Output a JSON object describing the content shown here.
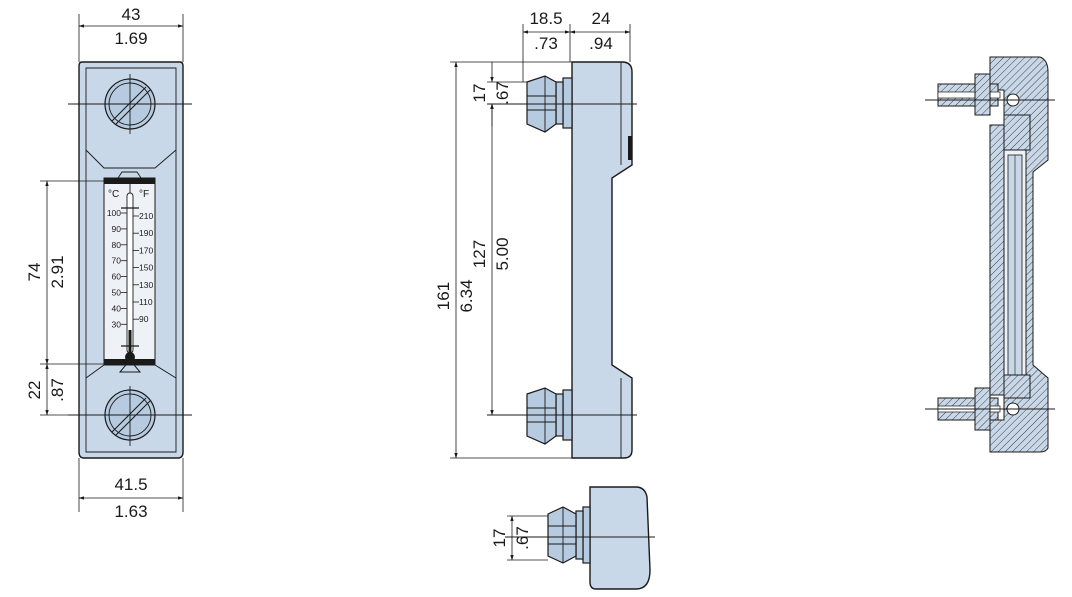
{
  "colors": {
    "body_fill": "#c9d8e8",
    "body_fill_dark": "#b7cbe0",
    "line": "#1a1a1a",
    "glass": "#eef2f6",
    "background": "#ffffff"
  },
  "front_view": {
    "top_width_mm": "43",
    "top_width_in": "1.69",
    "bottom_width_mm": "41.5",
    "bottom_width_in": "1.63",
    "scale_height_mm": "74",
    "scale_height_in": "2.91",
    "base_offset_mm": "22",
    "base_offset_in": ".87",
    "thermometer": {
      "unit_c": "°C",
      "unit_f": "°F",
      "celsius_ticks": [
        "100",
        "90",
        "80",
        "70",
        "60",
        "50",
        "40",
        "30"
      ],
      "fahrenheit_ticks": [
        "210",
        "190",
        "170",
        "150",
        "130",
        "110",
        "90"
      ]
    }
  },
  "side_view": {
    "bolt_depth_mm": "18.5",
    "bolt_depth_in": ".73",
    "body_depth_mm": "24",
    "body_depth_in": ".94",
    "bolt_head_mm": "17",
    "bolt_head_in": ".67",
    "center_distance_mm": "127",
    "center_distance_in": "5.00",
    "overall_height_mm": "161",
    "overall_height_in": "6.34"
  },
  "bottom_detail": {
    "bolt_head_mm": "17",
    "bolt_head_in": ".67"
  },
  "section_view": {
    "icon": "cross-section-icon"
  }
}
